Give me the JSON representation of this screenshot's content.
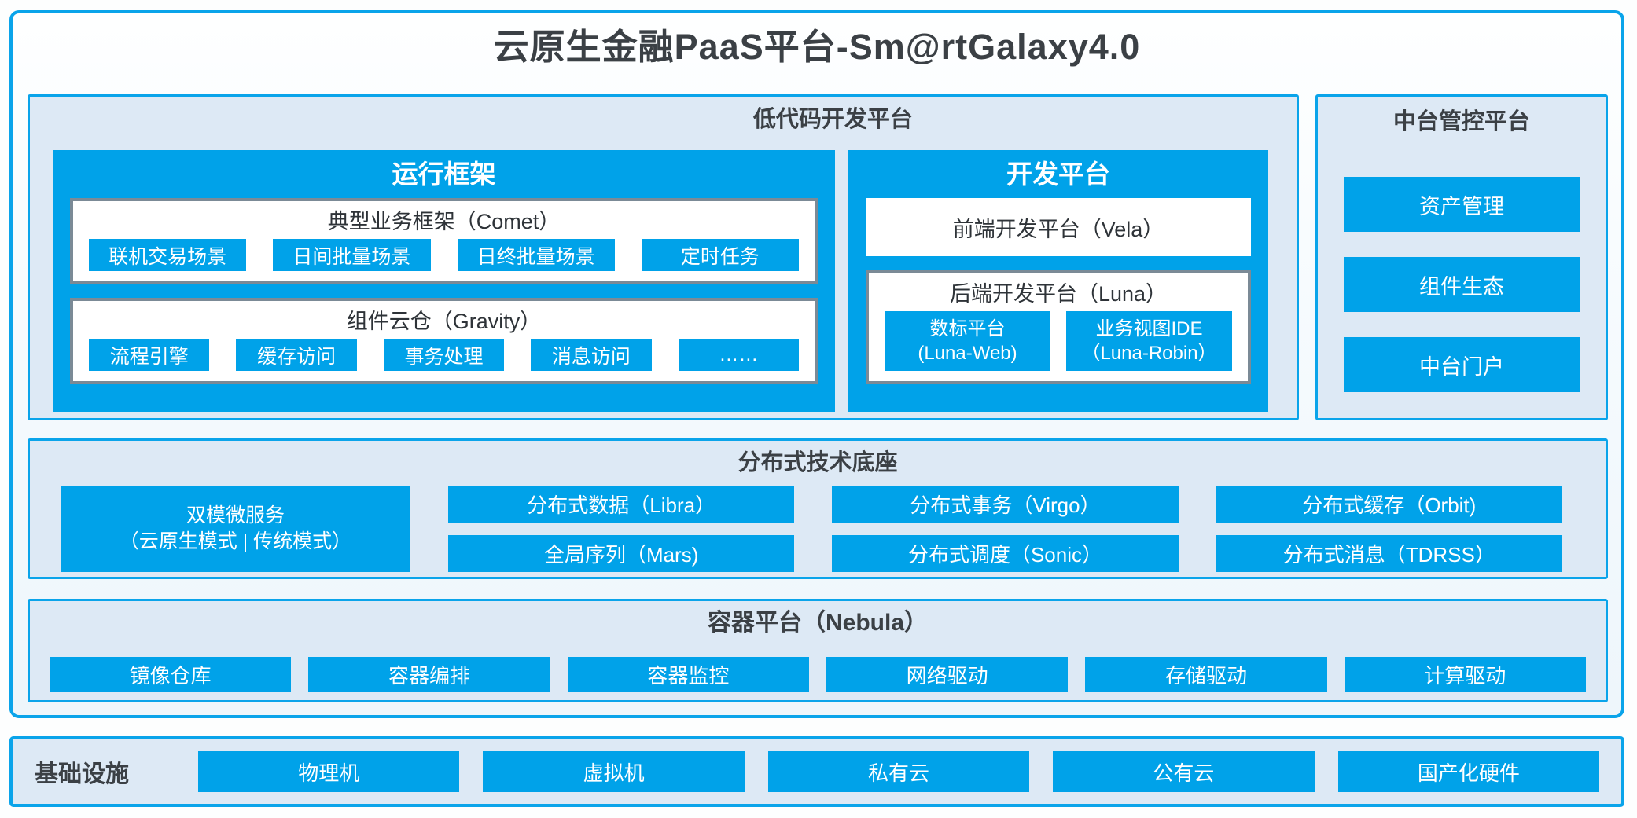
{
  "title": "云原生金融PaaS平台-Sm@rtGalaxy4.0",
  "colors": {
    "accent_blue": "#00a2e9",
    "panel_bg": "#dde9f5",
    "gray_border": "#7b8a96",
    "dark_text": "#3b4045",
    "light_text": "#ffffff"
  },
  "low_code": {
    "label": "低代码开发平台",
    "runtime": {
      "title": "运行框架",
      "comet": {
        "title": "典型业务框架（Comet）",
        "items": [
          "联机交易场景",
          "日间批量场景",
          "日终批量场景",
          "定时任务"
        ]
      },
      "gravity": {
        "title": "组件云仓（Gravity）",
        "items": [
          "流程引擎",
          "缓存访问",
          "事务处理",
          "消息访问",
          "……"
        ]
      }
    },
    "dev": {
      "title": "开发平台",
      "vela": "前端开发平台（Vela）",
      "luna": {
        "title": "后端开发平台（Luna）",
        "items": [
          {
            "line1": "数标平台",
            "line2": "(Luna-Web)"
          },
          {
            "line1": "业务视图IDE",
            "line2": "（Luna-Robin）"
          }
        ]
      }
    }
  },
  "mid_platform": {
    "label": "中台管控平台",
    "items": [
      "资产管理",
      "组件生态",
      "中台门户"
    ]
  },
  "distributed": {
    "label": "分布式技术底座",
    "dual_mode": {
      "line1": "双模微服务",
      "line2": "（云原生模式 | 传统模式）"
    },
    "columns": [
      {
        "top": "分布式数据（Libra）",
        "bottom": "全局序列（Mars)"
      },
      {
        "top": "分布式事务（Virgo）",
        "bottom": "分布式调度（Sonic）"
      },
      {
        "top": "分布式缓存（Orbit)",
        "bottom": "分布式消息（TDRSS）"
      }
    ]
  },
  "container_platform": {
    "label": "容器平台（Nebula）",
    "items": [
      "镜像仓库",
      "容器编排",
      "容器监控",
      "网络驱动",
      "存储驱动",
      "计算驱动"
    ]
  },
  "infrastructure": {
    "label": "基础设施",
    "items": [
      "物理机",
      "虚拟机",
      "私有云",
      "公有云",
      "国产化硬件"
    ]
  }
}
